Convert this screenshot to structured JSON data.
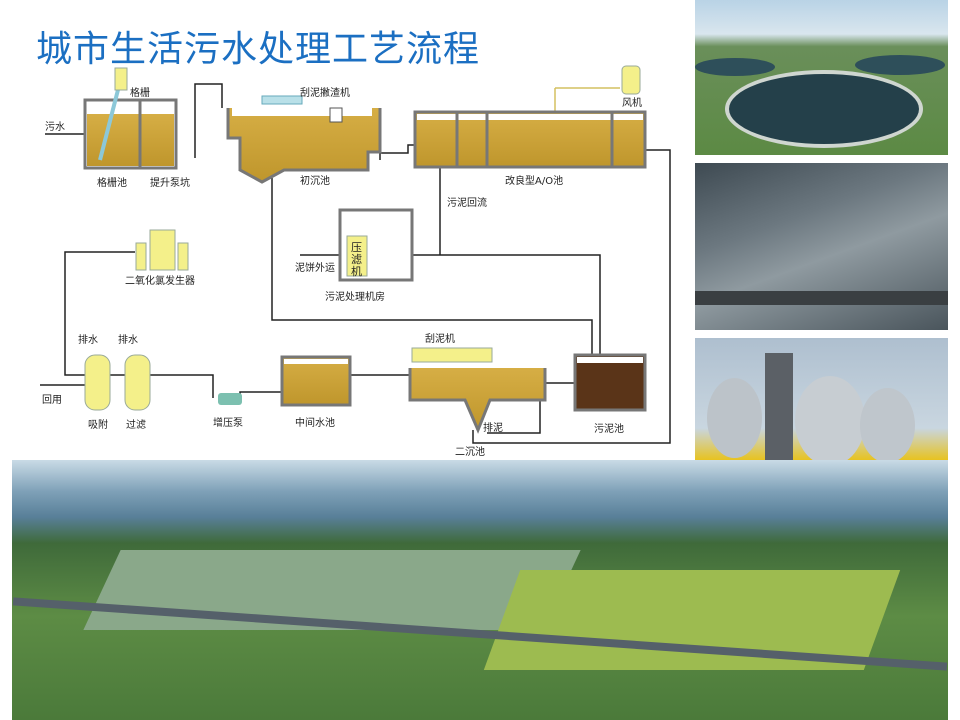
{
  "title": "城市生活污水处理工艺流程",
  "diagram": {
    "labels": {
      "sewage_in": "污水",
      "screen": "格栅",
      "screen_tank": "格栅池",
      "lift_pump_pit": "提升泵坑",
      "scraper_skimmer": "刮泥撇渣机",
      "primary_clarifier": "初沉池",
      "blower": "风机",
      "ao_tank": "改良型A/O池",
      "sludge_return": "污泥回流",
      "filter_press": [
        "压",
        "滤",
        "机"
      ],
      "cake_out": "泥饼外运",
      "sludge_room": "污泥处理机房",
      "chlorine_dioxide": "二氧化氯发生器",
      "drain1": "排水",
      "drain2": "排水",
      "reuse": "回用",
      "adsorption": "吸附",
      "filtration": "过滤",
      "booster_pump": "增压泵",
      "intermediate_tank": "中间水池",
      "scraper": "刮泥机",
      "sludge_discharge": "排泥",
      "secondary_clarifier": "二沉池",
      "sludge_tank": "污泥池"
    },
    "colors": {
      "water": "#c9a033",
      "sludge": "#5a3418",
      "equipment": "#f4f08a",
      "pipe": "#222222",
      "wall": "#777777"
    }
  }
}
